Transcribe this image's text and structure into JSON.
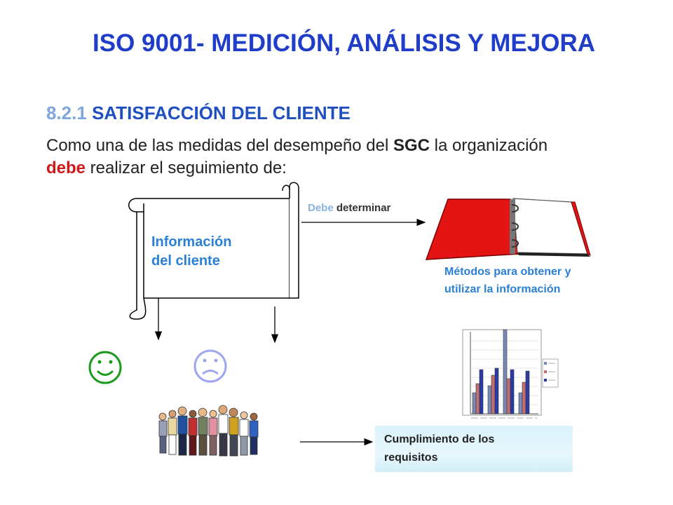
{
  "slide": {
    "title": "ISO 9001- MEDICIÓN, ANÁLISIS Y MEJORA",
    "section_number": "8.2.1",
    "section_title": "SATISFACCIÓN DEL CLIENTE",
    "body": {
      "part1": "Como una de las medidas del desempeño del ",
      "emph1": "SGC",
      "part2": " la organización ",
      "emph2": "debe",
      "part3": " realizar el seguimiento de:"
    },
    "scroll_label_line1": "Información",
    "scroll_label_line2": "del cliente",
    "arrow_label_part1": "Debe",
    "arrow_label_part2": " determinar",
    "methods_label_line1": "Métodos  para obtener y",
    "methods_label_line2": "utilizar la información",
    "requirements_label_line1": "Cumplimiento de los",
    "requirements_label_line2": "requisitos"
  },
  "icons": {
    "happy": "smiley-happy-icon",
    "sad": "smiley-sad-icon",
    "binder": "binder-icon",
    "people": "people-group-icon",
    "scroll": "scroll-icon",
    "chart": "bar-chart-icon"
  },
  "colors": {
    "title": "#1f3dc8",
    "happy": "#1a9a1a",
    "sad": "#9ea6f0",
    "binder": "#e41414",
    "accent_red": "#d01818"
  }
}
